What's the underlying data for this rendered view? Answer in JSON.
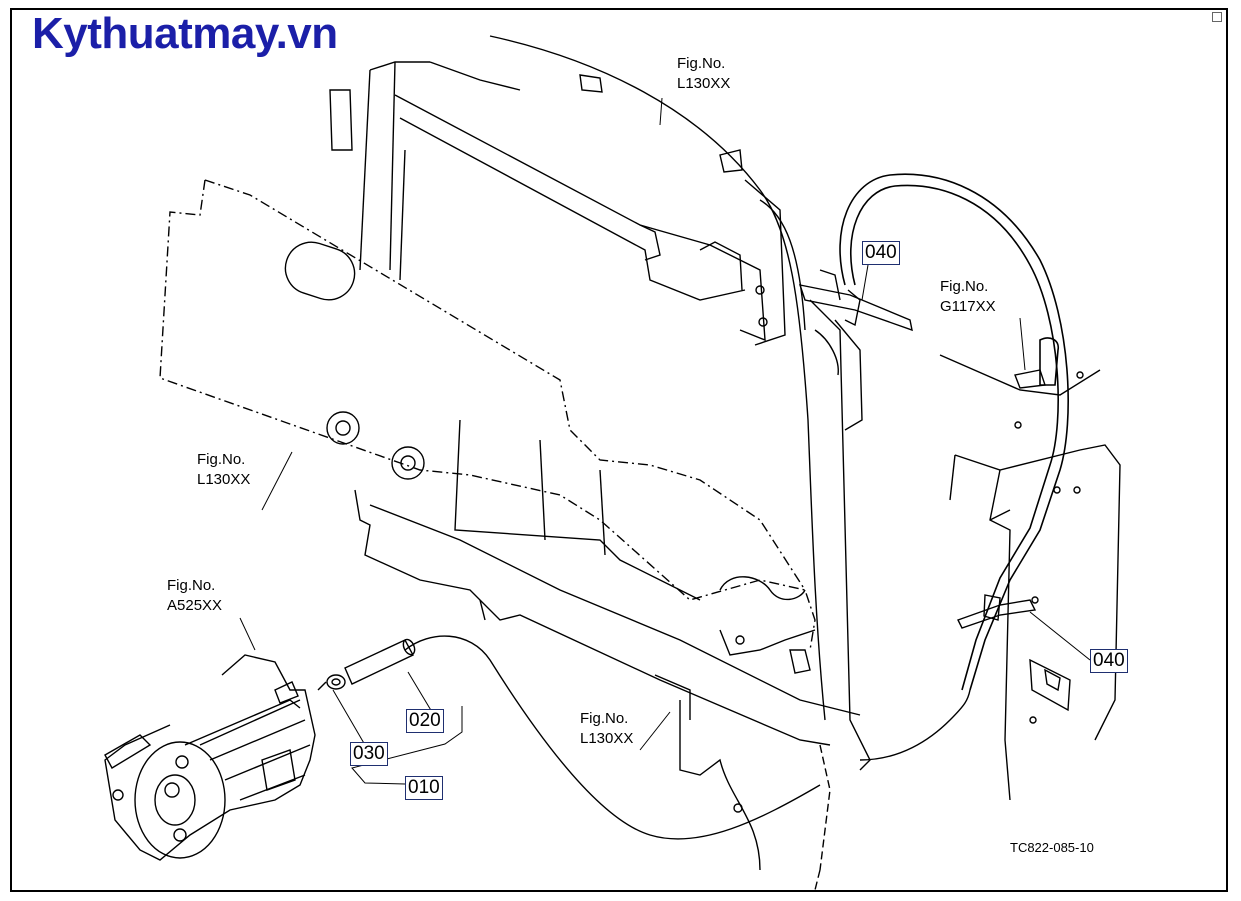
{
  "brand": {
    "text": "Kythuatmay.vn",
    "color": "#1b1fa8"
  },
  "references": [
    {
      "id": "ref-top",
      "line1": "Fig.No.",
      "line2": "L130XX"
    },
    {
      "id": "ref-right",
      "line1": "Fig.No.",
      "line2": "G117XX"
    },
    {
      "id": "ref-left",
      "line1": "Fig.No.",
      "line2": "L130XX"
    },
    {
      "id": "ref-alternator",
      "line1": "Fig.No.",
      "line2": "A525XX"
    },
    {
      "id": "ref-bottom",
      "line1": "Fig.No.",
      "line2": "L130XX"
    }
  ],
  "parts": [
    {
      "id": "part-040-upper",
      "label": "040"
    },
    {
      "id": "part-040-lower",
      "label": "040"
    },
    {
      "id": "part-020",
      "label": "020"
    },
    {
      "id": "part-030",
      "label": "030"
    },
    {
      "id": "part-010",
      "label": "010"
    }
  ],
  "drawing_code": "TC822-085-10",
  "colors": {
    "line": "#000000",
    "label_border": "#1f2f70"
  }
}
